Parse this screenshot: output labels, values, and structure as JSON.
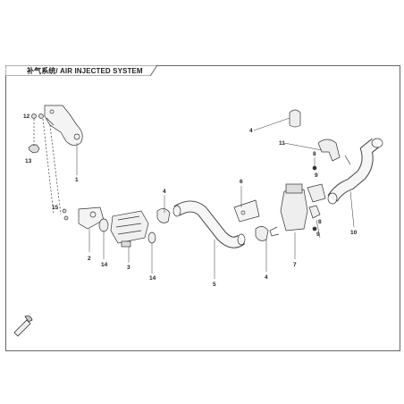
{
  "diagram": {
    "title": "补气系统/ AIR INJECTED SYSTEM",
    "callouts": [
      "1",
      "2",
      "3",
      "4",
      "4",
      "4",
      "5",
      "6",
      "7",
      "8",
      "8",
      "9",
      "9",
      "10",
      "11",
      "12",
      "13",
      "14",
      "14",
      "15"
    ]
  },
  "colors": {
    "line": "#333333",
    "part": "#555555",
    "fill": "#f2f2f2",
    "frame": "#666666"
  },
  "icons": {
    "corner": "wrench-icon"
  }
}
